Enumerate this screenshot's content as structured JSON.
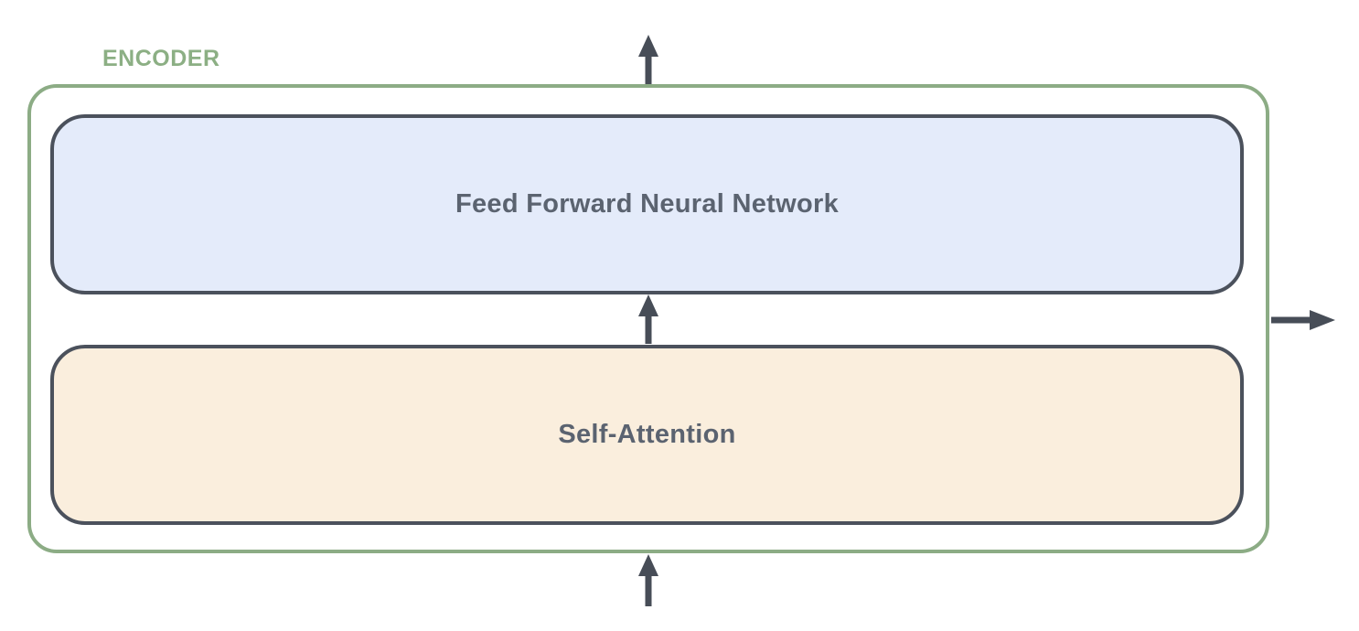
{
  "diagram": {
    "title_label": "ENCODER",
    "blocks": [
      {
        "id": "feed-forward",
        "label": "Feed Forward Neural Network",
        "fill": "#e4ebfa"
      },
      {
        "id": "self-attention",
        "label": "Self-Attention",
        "fill": "#faeedd"
      }
    ],
    "arrows": [
      {
        "name": "input-arrow-bottom",
        "direction": "up"
      },
      {
        "name": "inter-block-arrow",
        "direction": "up"
      },
      {
        "name": "output-arrow-top",
        "direction": "up"
      },
      {
        "name": "output-arrow-right",
        "direction": "right"
      }
    ],
    "colors": {
      "encoder_border": "#8cac85",
      "encoder_label_text": "#8caf84",
      "block_border": "#4b515c",
      "block_label_text": "#5b6370",
      "arrow": "#474d57",
      "background": "#ffffff"
    }
  }
}
